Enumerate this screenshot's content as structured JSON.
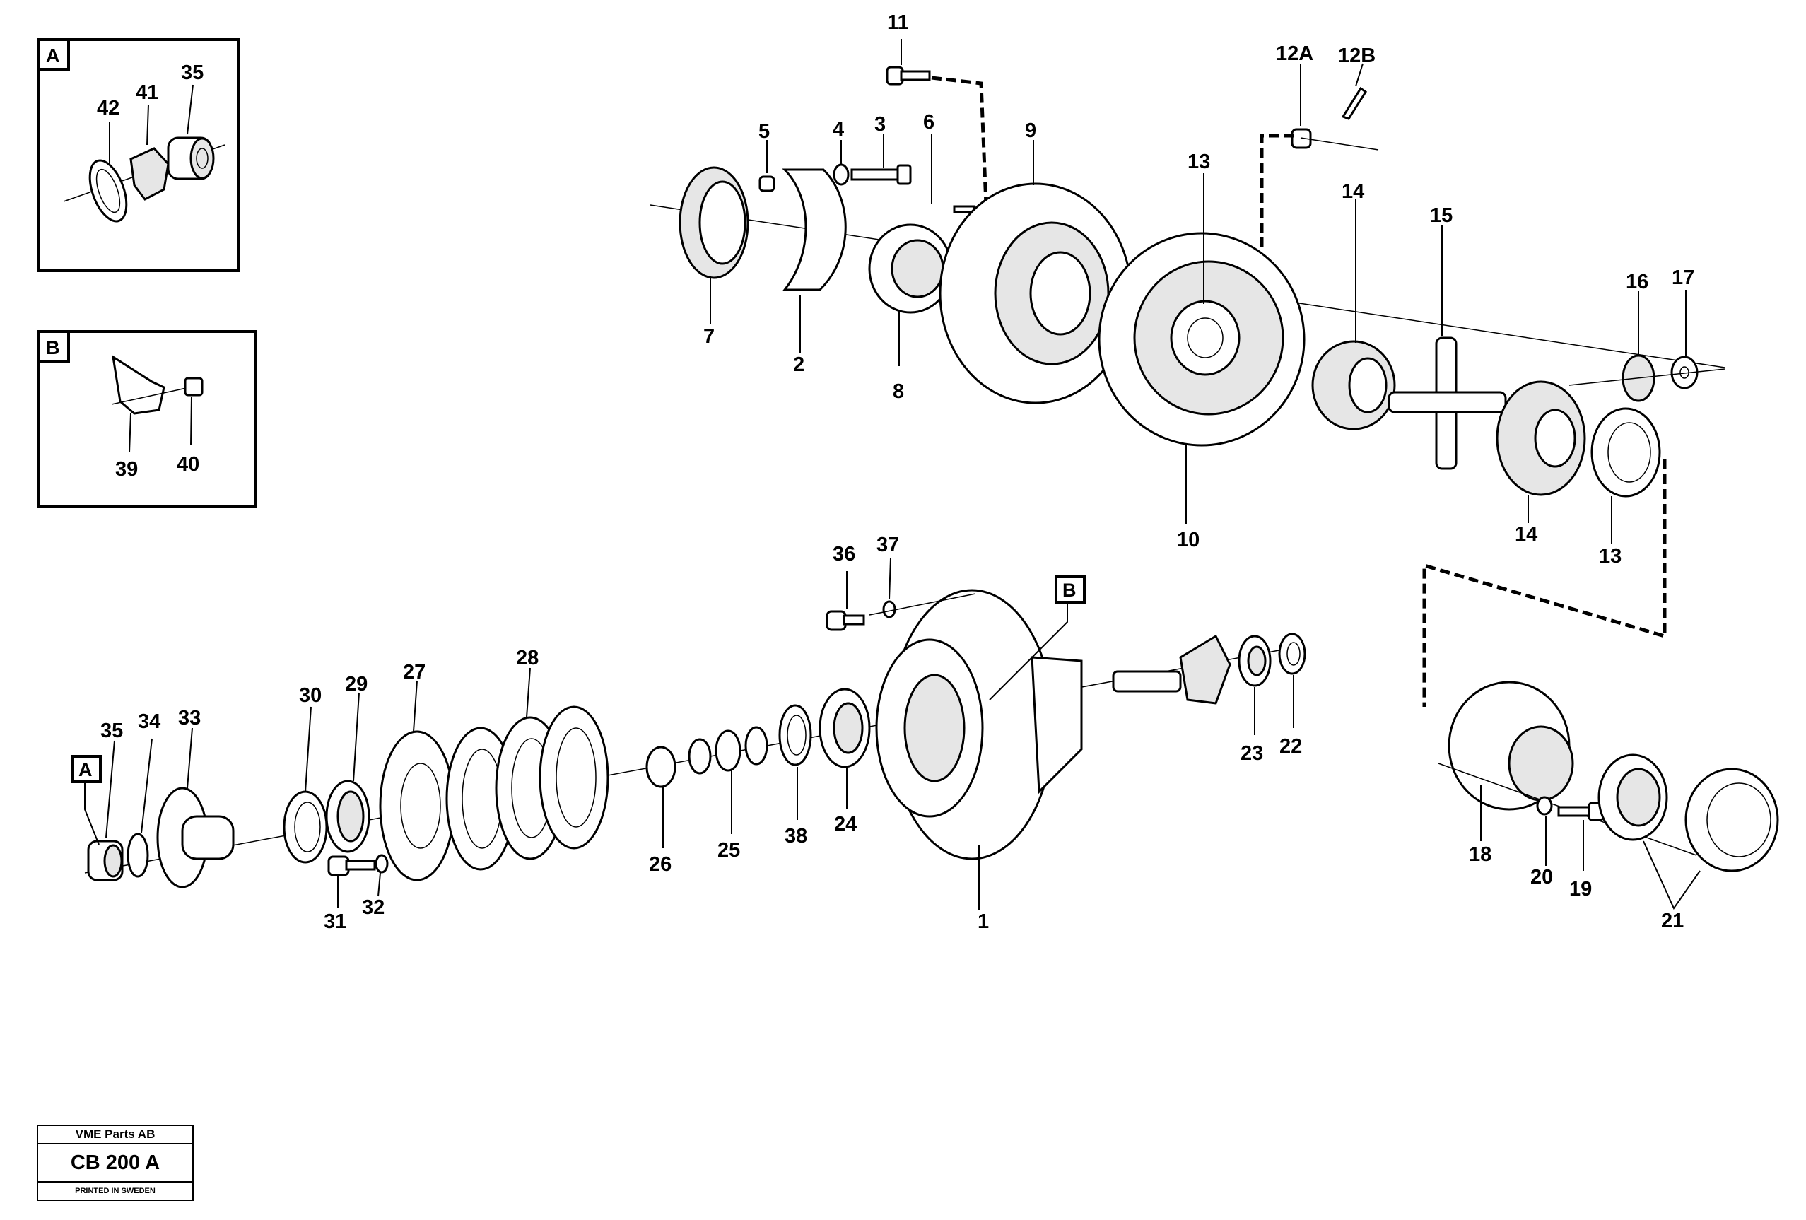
{
  "inset_a": {
    "tag": "A",
    "labels": [
      "42",
      "41",
      "35"
    ]
  },
  "inset_b": {
    "tag": "B",
    "labels": [
      "39",
      "40"
    ]
  },
  "callout_a": "A",
  "callout_b": "B",
  "labels": {
    "l1": "1",
    "l2": "2",
    "l3": "3",
    "l4": "4",
    "l5": "5",
    "l6": "6",
    "l7": "7",
    "l8": "8",
    "l9": "9",
    "l10": "10",
    "l11": "11",
    "l12a": "12A",
    "l12b": "12B",
    "l13a": "13",
    "l13b": "13",
    "l14a": "14",
    "l14b": "14",
    "l15": "15",
    "l16": "16",
    "l17": "17",
    "l18": "18",
    "l19": "19",
    "l20": "20",
    "l21": "21",
    "l22": "22",
    "l23": "23",
    "l24": "24",
    "l25": "25",
    "l26": "26",
    "l27": "27",
    "l28": "28",
    "l29": "29",
    "l30": "30",
    "l31": "31",
    "l32": "32",
    "l33": "33",
    "l34": "34",
    "l35": "35",
    "l36": "36",
    "l37": "37",
    "l38": "38"
  },
  "footer": {
    "company": "VME Parts AB",
    "code": "CB 200 A",
    "printed": "PRINTED IN SWEDEN"
  }
}
